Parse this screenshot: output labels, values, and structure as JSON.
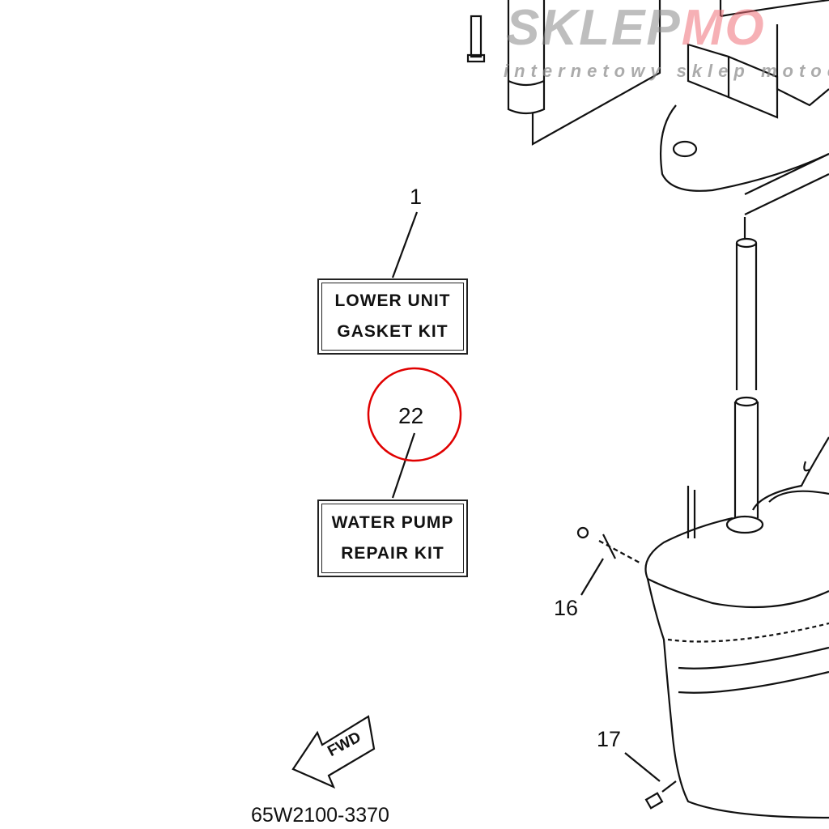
{
  "watermark": {
    "brand_gray": "SKLEP",
    "brand_red": "MO",
    "tagline": "internetowy sklep motocy",
    "gray": "#8a8a8a",
    "red": "#f0707a"
  },
  "callouts": [
    {
      "number": "1"
    },
    {
      "number": "22",
      "highlighted": true
    },
    {
      "number": "16"
    },
    {
      "number": "17"
    }
  ],
  "kits": [
    {
      "line1": "LOWER UNIT",
      "line2": "GASKET KIT"
    },
    {
      "line1": "WATER PUMP",
      "line2": "REPAIR KIT"
    }
  ],
  "direction_arrow": "FWD",
  "diagram_code": "65W2100-3370",
  "highlight_color": "#e00000"
}
